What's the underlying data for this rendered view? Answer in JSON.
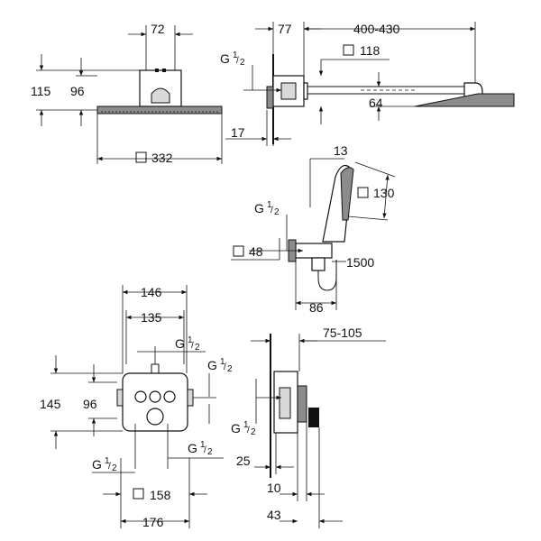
{
  "views": {
    "head_front": {
      "dim_width": "72",
      "dim_height_outer": "115",
      "dim_height_inner": "96",
      "dim_plate": "332"
    },
    "head_side": {
      "dim_depth": "77",
      "dim_arm": "400-430",
      "thread_label": "G",
      "thread_num": "1",
      "thread_den": "2",
      "dim_square": "118",
      "dim_drop": "64",
      "dim_offset": "17"
    },
    "hand_shower": {
      "dim_head_offset": "13",
      "dim_head": "130",
      "thread_label": "G",
      "thread_num": "1",
      "thread_den": "2",
      "dim_outlet": "48",
      "dim_hose": "1500",
      "dim_bracket": "86"
    },
    "box_front": {
      "dim_width_outer": "146",
      "dim_width_inner": "135",
      "thread_top": "G",
      "thread_right": "G",
      "thread_left_bottom": "G",
      "thread_right_bottom": "G",
      "thread_num": "1",
      "thread_den": "2",
      "dim_height_outer": "145",
      "dim_height_inner": "96",
      "dim_plate": "158",
      "dim_bottom": "176"
    },
    "box_side": {
      "dim_depth_range": "75-105",
      "thread_label": "G",
      "thread_num": "1",
      "thread_den": "2",
      "dim_25": "25",
      "dim_10": "10",
      "dim_43": "43"
    }
  }
}
